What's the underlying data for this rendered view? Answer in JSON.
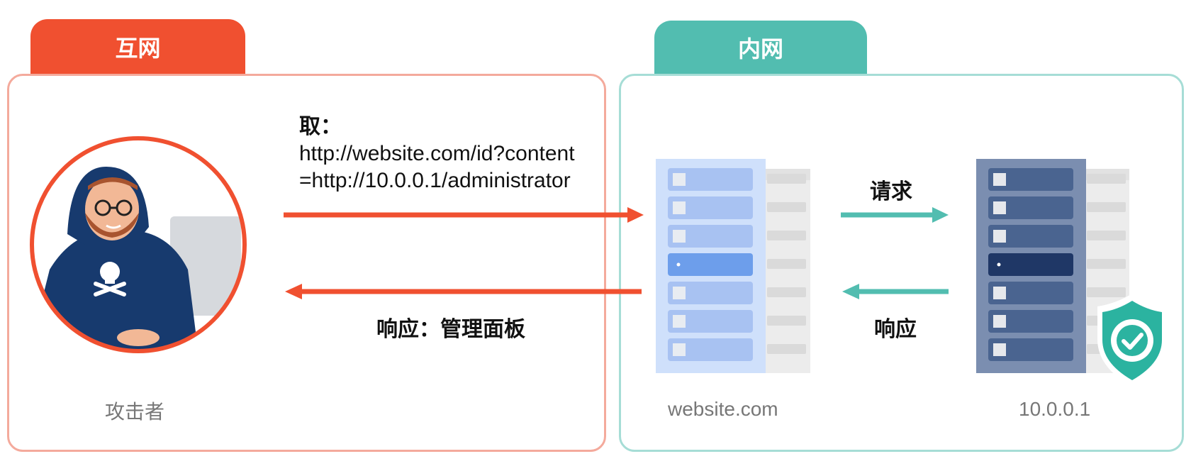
{
  "internet": {
    "tab_label": "互网",
    "attacker_label": "攻击者"
  },
  "intranet": {
    "tab_label": "内网",
    "web_server_label": "website.com",
    "internal_server_label": "10.0.0.1"
  },
  "attack_request": {
    "title": "取：",
    "url_line1": "http://website.com/id?content",
    "url_line2": "=http://10.0.0.1/administrator"
  },
  "attack_response": {
    "label": "响应：管理面板"
  },
  "internal_request": {
    "label": "请求"
  },
  "internal_response": {
    "label": "响应"
  },
  "colors": {
    "internet": "#f05030",
    "intranet": "#52bdb0",
    "arrow_red": "#f05030",
    "arrow_teal": "#52bdb0"
  }
}
